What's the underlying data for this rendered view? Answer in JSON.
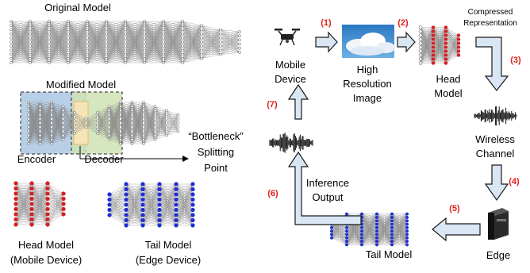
{
  "labels": {
    "original_model": "Original Model",
    "modified_model": "Modified Model",
    "encoder": "Encoder",
    "decoder": "Decoder",
    "bottleneck_1": "“Bottleneck”",
    "bottleneck_2": "Splitting",
    "bottleneck_3": "Point",
    "head_model_1": "Head Model",
    "head_model_2": "(Mobile Device)",
    "tail_model_1": "Tail Model",
    "tail_model_2": "(Edge Device)",
    "mobile_device_1": "Mobile",
    "mobile_device_2": "Device",
    "high_res_1": "High",
    "high_res_2": "Resolution",
    "high_res_3": "Image",
    "head_model_r_1": "Head",
    "head_model_r_2": "Model",
    "compressed_1": "Compressed",
    "compressed_2": "Representation",
    "wireless_1": "Wireless",
    "wireless_2": "Channel",
    "edge": "Edge",
    "tail_model_r": "Tail Model",
    "inference_1": "Inference",
    "inference_2": "Output"
  },
  "steps": {
    "s1": "(1)",
    "s2": "(2)",
    "s3": "(3)",
    "s4": "(4)",
    "s5": "(5)",
    "s6": "(6)",
    "s7": "(7)"
  },
  "colors": {
    "head_nodes": "#d42020",
    "tail_nodes": "#1f2fd0",
    "encoder_box": "#b8cfe8",
    "decoder_box": "#cfe2b4",
    "bottleneck_box": "#f4e4b8",
    "arrow_fill": "#d9e6f4",
    "step_label": "#e0201b"
  },
  "icons": {
    "drone": "drone-icon",
    "image": "cloud-sky-image",
    "wave": "waveform-icon",
    "server": "edge-server-icon"
  }
}
